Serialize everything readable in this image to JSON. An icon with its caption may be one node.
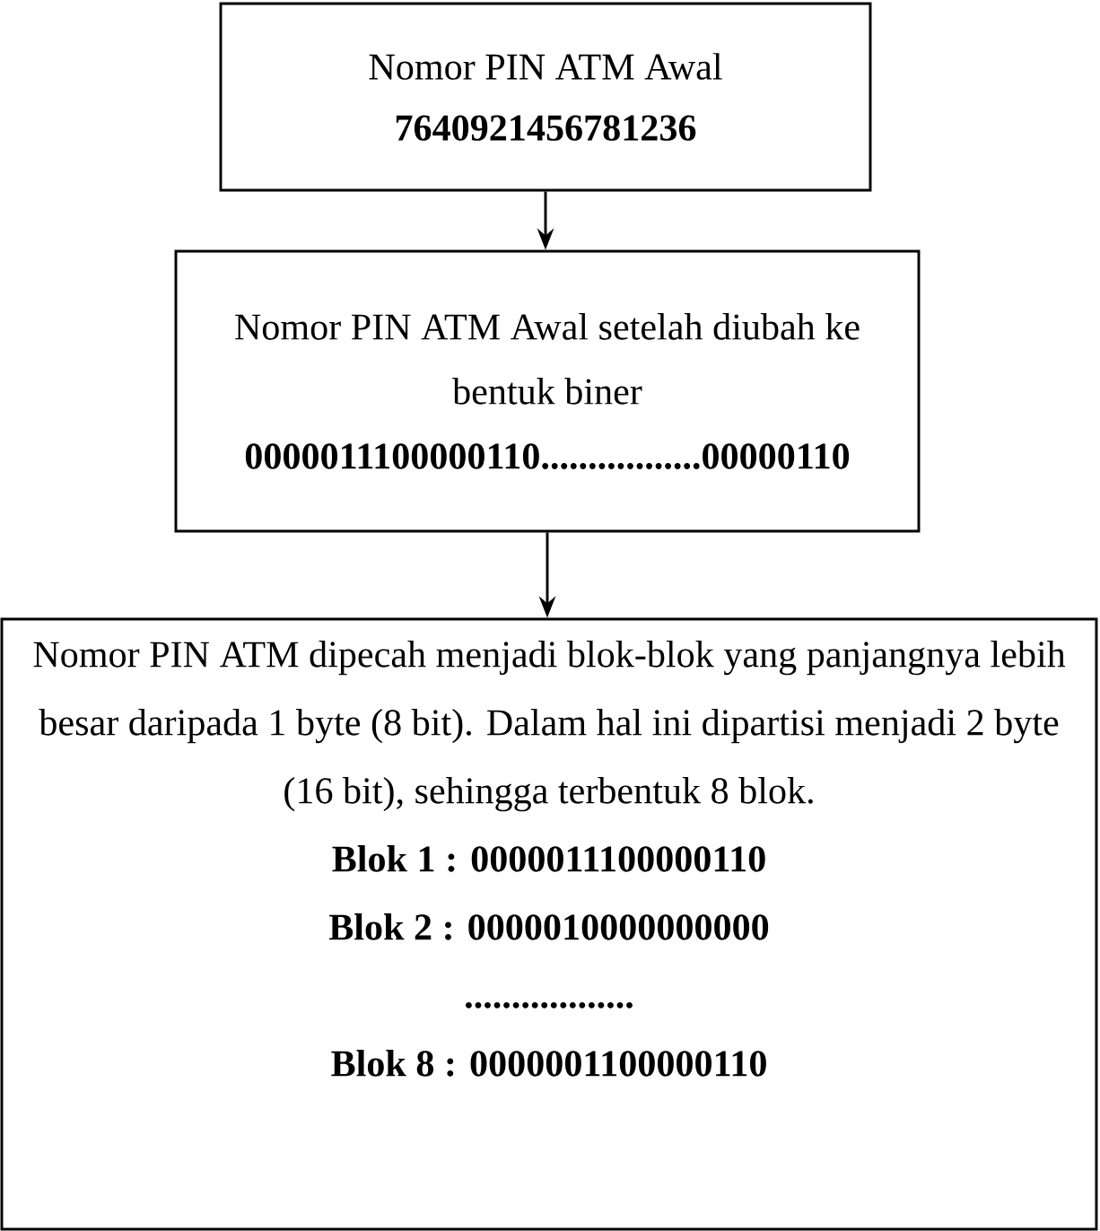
{
  "diagram": {
    "nodes": [
      {
        "text": [
          "Nomor PIN ATM Awal",
          "7640921456781236"
        ]
      },
      {
        "text": [
          "Nomor PIN ATM Awal setelah diubah ke bentuk biner",
          "0000011100000110.................00000110"
        ]
      },
      {
        "text": [
          "Nomor PIN ATM dipecah menjadi blok-blok yang panjangnya lebih besar daripada 1 byte (8 bit). Dalam hal ini dipartisi menjadi 2 byte (16 bit), sehingga terbentuk 8 blok.",
          "Blok 1 : 0000011100000110",
          "Blok 2 : 0000010000000000",
          "..................",
          "Blok 8 : 0000001100000110"
        ]
      }
    ],
    "edges": [
      {
        "from": 0,
        "to": 1,
        "arrow": "to"
      },
      {
        "from": 1,
        "to": 2,
        "arrow": "to"
      }
    ]
  }
}
